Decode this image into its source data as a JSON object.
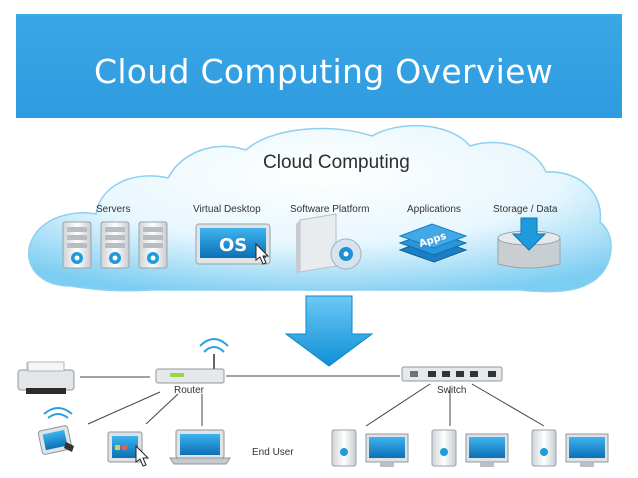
{
  "title": "Cloud Computing Overview",
  "cloud": {
    "title": "Cloud Computing",
    "services": [
      "Servers",
      "Virtual Desktop",
      "Software Platform",
      "Applications",
      "Storage / Data"
    ],
    "virtual_desktop_screen_text": "OS",
    "apps_text": "Apps"
  },
  "network": {
    "router_label": "Router",
    "switch_label": "Switch",
    "end_user_label": "End User"
  },
  "colors": {
    "title_bar": "#2f9be0",
    "cloud_fill": "#8fd3f4",
    "arrow": "#1c9fe0"
  }
}
